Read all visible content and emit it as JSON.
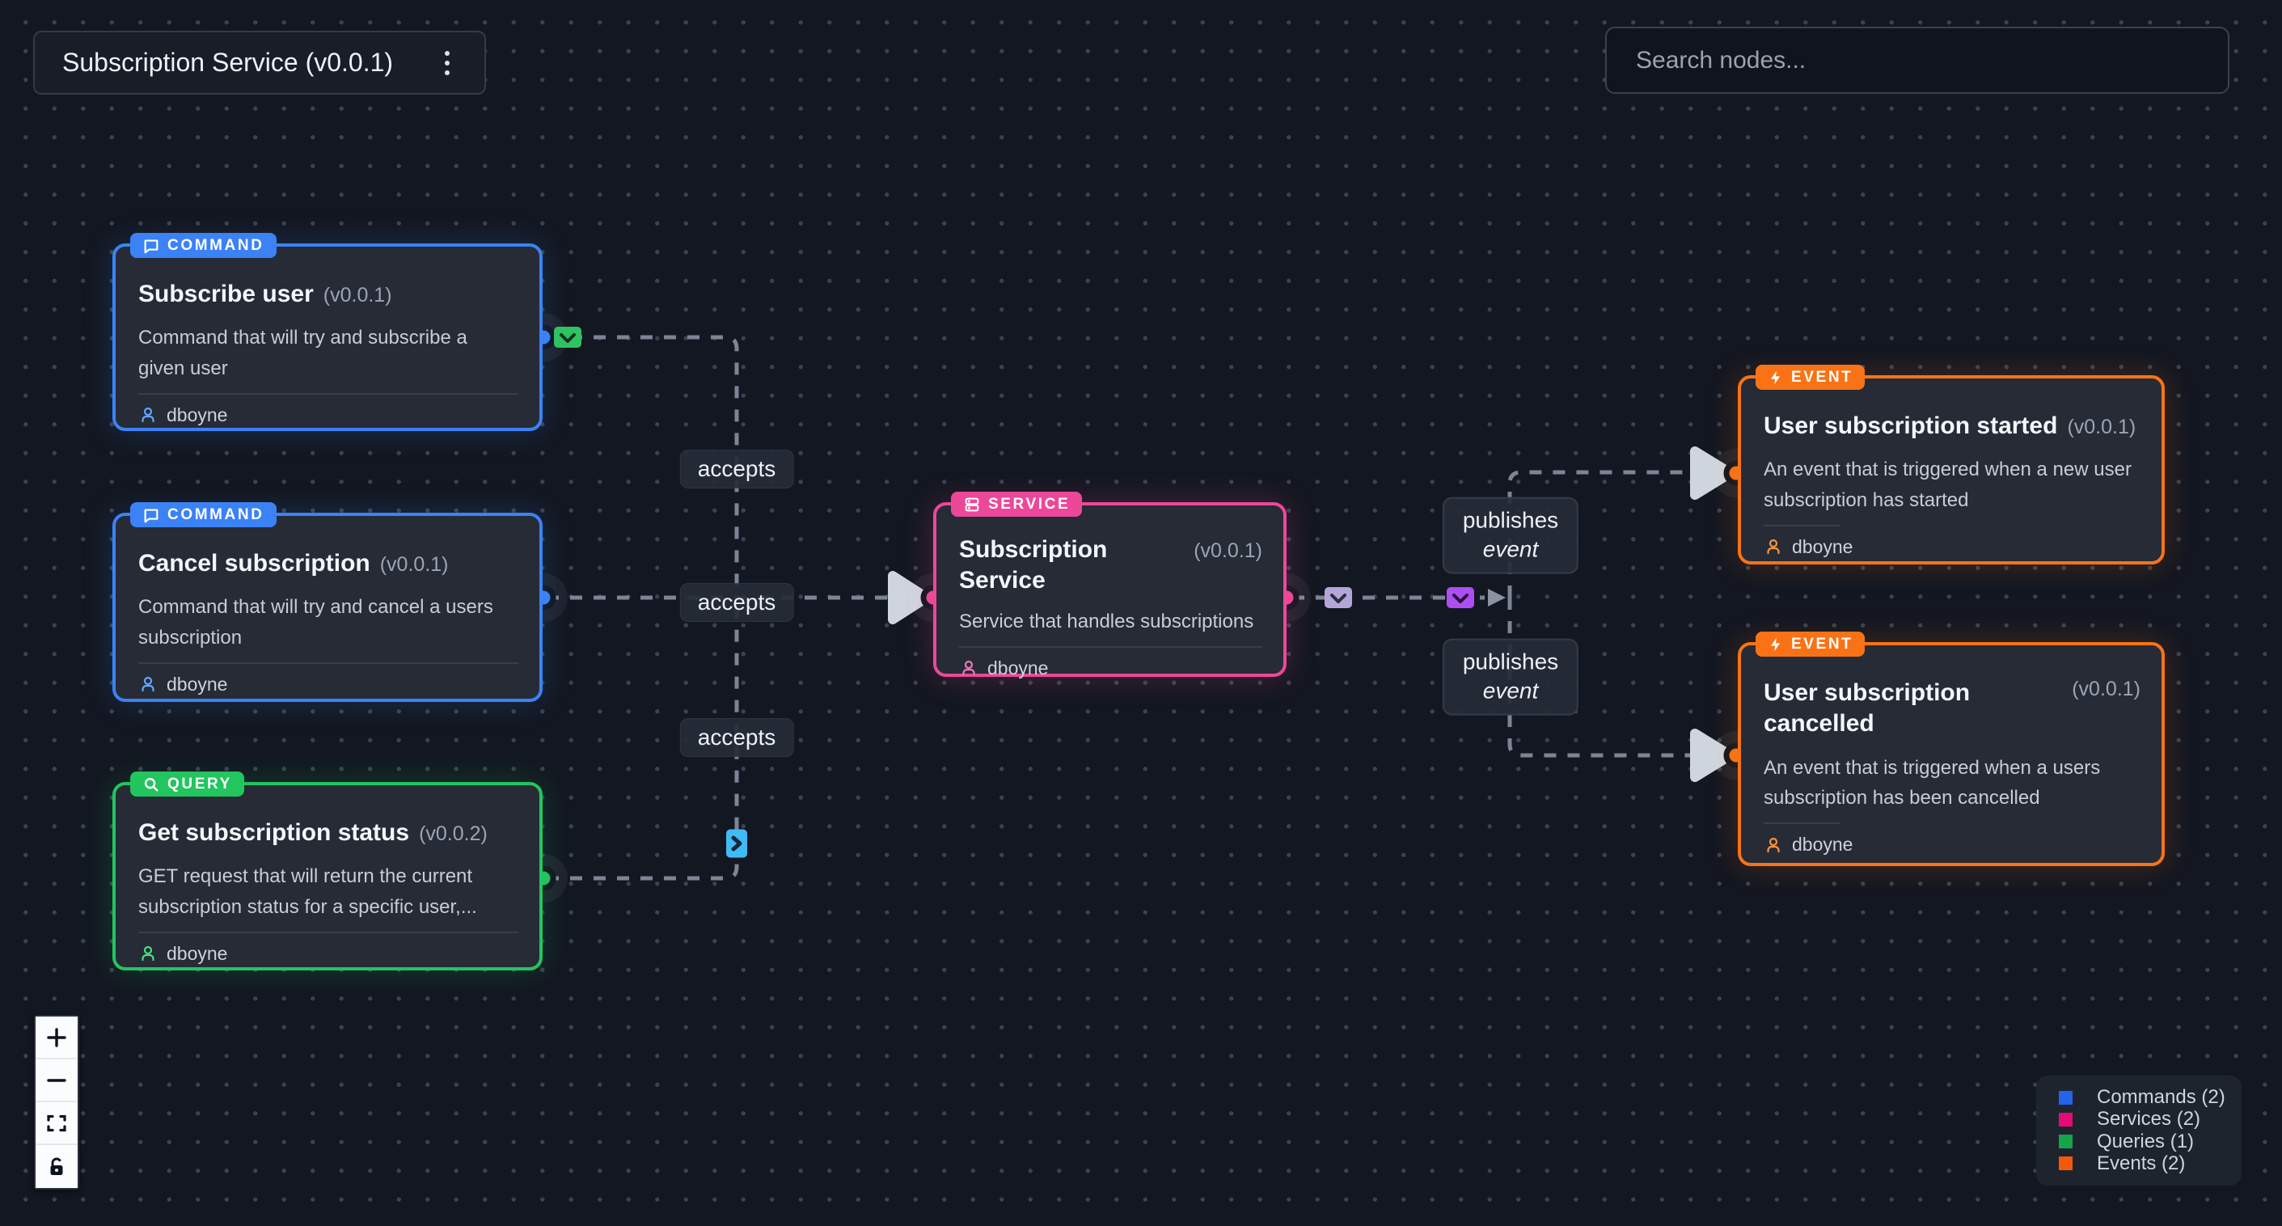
{
  "header": {
    "title": "Subscription Service (v0.0.1)"
  },
  "search": {
    "placeholder": "Search nodes..."
  },
  "nodes": [
    {
      "badge": "COMMAND",
      "title": "Subscribe user",
      "version": "(v0.0.1)",
      "description": "Command that will try and subscribe a given user",
      "author": "dboyne"
    },
    {
      "badge": "COMMAND",
      "title": "Cancel subscription",
      "version": "(v0.0.1)",
      "description": "Command that will try and cancel a users subscription",
      "author": "dboyne"
    },
    {
      "badge": "QUERY",
      "title": "Get subscription status",
      "version": "(v0.0.2)",
      "description": "GET request that will return the current subscription status for a specific user,...",
      "author": "dboyne"
    },
    {
      "badge": "SERVICE",
      "title": "Subscription Service",
      "version": "(v0.0.1)",
      "description": "Service that handles subscriptions",
      "author": "dboyne"
    },
    {
      "badge": "EVENT",
      "title": "User subscription started",
      "version": "(v0.0.1)",
      "description": "An event that is triggered when a new user subscription has started",
      "author": "dboyne"
    },
    {
      "badge": "EVENT",
      "title": "User subscription cancelled",
      "version": "(v0.0.1)",
      "description": "An event that is triggered when a users subscription has been cancelled",
      "author": "dboyne"
    }
  ],
  "edges": {
    "accepts": [
      "accepts",
      "accepts",
      "accepts"
    ],
    "publishes": [
      {
        "line1": "publishes",
        "line2": "event"
      },
      {
        "line1": "publishes",
        "line2": "event"
      }
    ]
  },
  "controls": {
    "zoom_in": "+",
    "zoom_out": "−"
  },
  "legend": {
    "items": [
      {
        "label": "Commands (2)",
        "color": "#2563eb"
      },
      {
        "label": "Services (2)",
        "color": "#e60a76"
      },
      {
        "label": "Queries (1)",
        "color": "#16a34a"
      },
      {
        "label": "Events (2)",
        "color": "#f4590b"
      }
    ]
  },
  "icons": {
    "kebab-menu-icon": "⋮",
    "speech-bubble-icon": "💬",
    "magnifier-icon": "🔍",
    "server-icon": "🖳",
    "lightning-icon": "⚡",
    "person-icon": "👤",
    "mail-icon": "✉",
    "chevron-down-icon": "⌄",
    "chevron-right-icon": "›",
    "zoom-in-icon": "+",
    "zoom-out-icon": "−",
    "fit-view-icon": "⛶",
    "unlock-icon": "🔓",
    "arrowhead-icon": "►"
  },
  "colors": {
    "command": "#3b82f6",
    "query": "#22c55e",
    "service": "#ec4899",
    "event": "#f97316",
    "canvas": "#131721",
    "card": "#262b36",
    "edge": "#7b8596"
  }
}
